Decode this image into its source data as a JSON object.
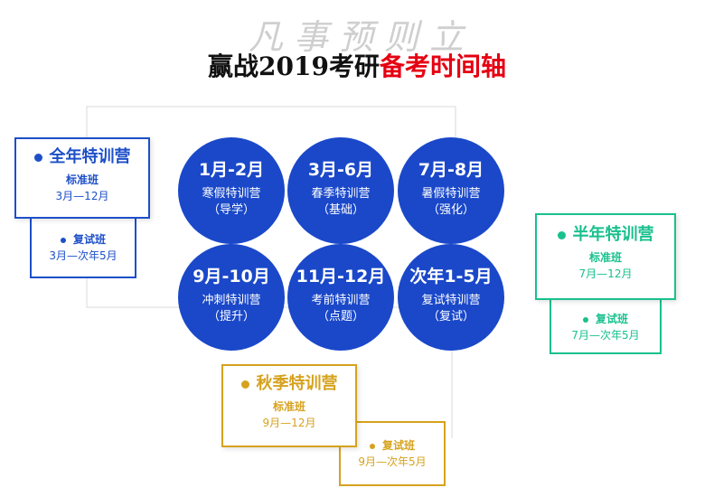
{
  "header": {
    "calligraphy": "凡事预则立",
    "title_main": "赢战2019考研",
    "title_highlight": "备考时间轴"
  },
  "colors": {
    "blue": "#1d4fc8",
    "green": "#18c08d",
    "gold": "#d6a21e",
    "red": "#e50012"
  },
  "circles": [
    {
      "period": "1月-2月",
      "name": "寒假特训营",
      "sub": "（导学）"
    },
    {
      "period": "3月-6月",
      "name": "春季特训营",
      "sub": "（基础）"
    },
    {
      "period": "7月-8月",
      "name": "暑假特训营",
      "sub": "（强化）"
    },
    {
      "period": "9月-10月",
      "name": "冲刺特训营",
      "sub": "（提升）"
    },
    {
      "period": "11月-12月",
      "name": "考前特训营",
      "sub": "（点题）"
    },
    {
      "period": "次年1-5月",
      "name": "复试特训营",
      "sub": "（复试）"
    }
  ],
  "camps": {
    "full_year": {
      "title": "全年特训营",
      "standard_label": "标准班",
      "standard_dates": "3月—12月",
      "retest_label": "复试班",
      "retest_dates": "3月—次年5月"
    },
    "half_year": {
      "title": "半年特训营",
      "standard_label": "标准班",
      "standard_dates": "7月—12月",
      "retest_label": "复试班",
      "retest_dates": "7月—次年5月"
    },
    "autumn": {
      "title": "秋季特训营",
      "standard_label": "标准班",
      "standard_dates": "9月—12月",
      "retest_label": "复试班",
      "retest_dates": "9月—次年5月"
    }
  }
}
